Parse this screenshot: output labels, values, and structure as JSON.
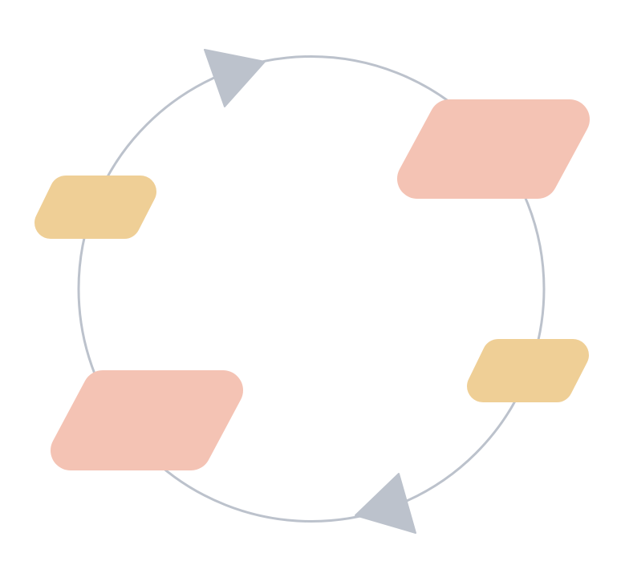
{
  "diagram": {
    "type": "cycle",
    "colors": {
      "ring": "#BCC2CC",
      "arrow": "#BCC2CC",
      "primary_node": "#F4C3B4",
      "secondary_node": "#EFCF96"
    },
    "nodes": [
      {
        "id": "node-top-right",
        "kind": "primary"
      },
      {
        "id": "node-right",
        "kind": "secondary"
      },
      {
        "id": "node-bottom-left",
        "kind": "primary"
      },
      {
        "id": "node-left",
        "kind": "secondary"
      }
    ],
    "arrows": [
      {
        "id": "arrow-top",
        "direction": "clockwise"
      },
      {
        "id": "arrow-bottom",
        "direction": "clockwise"
      }
    ]
  }
}
